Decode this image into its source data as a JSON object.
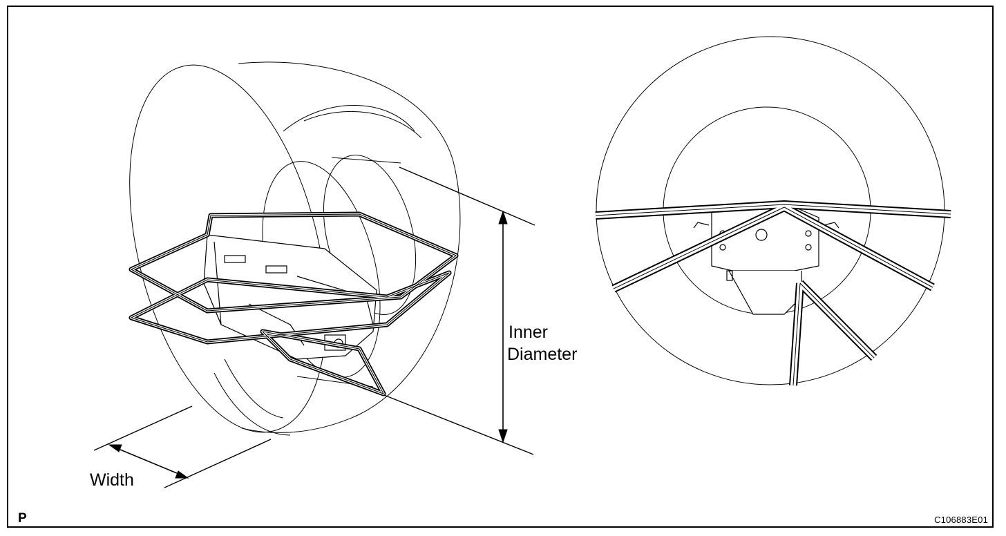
{
  "labels": {
    "inner_line1": "Inner",
    "inner_line2": "Diameter",
    "width": "Width"
  },
  "footer": {
    "view_letter": "P",
    "figure_code": "C106883E01"
  },
  "colors": {
    "ink": "#000000",
    "background": "#ffffff"
  }
}
